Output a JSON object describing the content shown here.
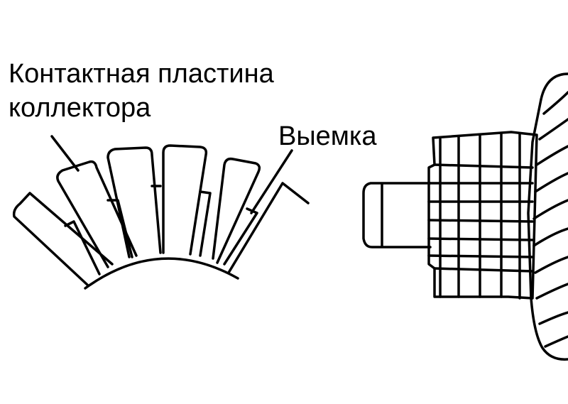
{
  "labels": {
    "contact_plate_line1": "Контактная пластина",
    "contact_plate_line2": "коллектора",
    "notch": "Выемка"
  },
  "colors": {
    "ink": "#000000",
    "background": "#ffffff"
  }
}
